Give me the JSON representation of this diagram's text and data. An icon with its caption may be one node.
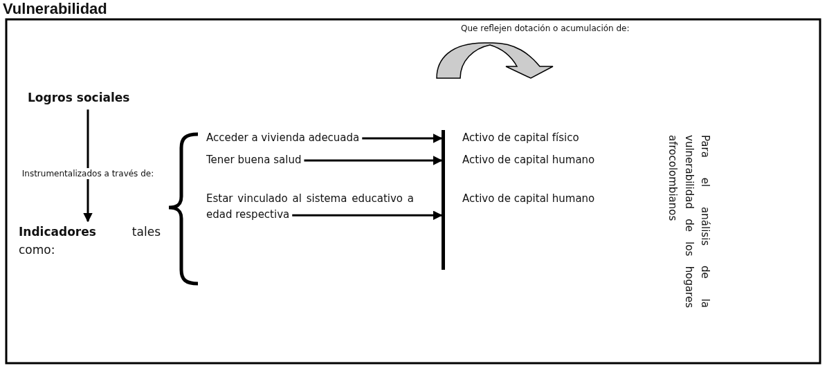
{
  "diagram": {
    "title": "Vulnerabilidad",
    "nodes": [
      {
        "text": [
          "Logros sociales"
        ]
      },
      {
        "text": [
          "**Indicadores** tales como:"
        ]
      },
      {
        "text": [
          "Acceder a vivienda adecuada"
        ]
      },
      {
        "text": [
          "Tener buena salud"
        ]
      },
      {
        "text": [
          "Estar vinculado al sistema educativo a edad respectiva"
        ]
      },
      {
        "text": [],
        "shape": "bar"
      },
      {
        "text": [
          "Activo de capital físico"
        ]
      },
      {
        "text": [
          "Activo de capital humano"
        ]
      },
      {
        "text": [
          "Activo de capital humano"
        ]
      },
      {
        "text": [
          "Para el análisis de la vulnerabilidad de los hogares afrocolombianos"
        ]
      },
      {
        "text": [
          "Que reflejen dotación o acumulación de:"
        ]
      }
    ],
    "edges": [
      {
        "from": 0,
        "to": 1,
        "arrow": "to",
        "label": "Instrumentalizados a través de:"
      },
      {
        "from": 2,
        "to": 5,
        "arrow": "to"
      },
      {
        "from": 3,
        "to": 5,
        "arrow": "to"
      },
      {
        "from": 4,
        "to": 5,
        "arrow": "to"
      }
    ]
  }
}
